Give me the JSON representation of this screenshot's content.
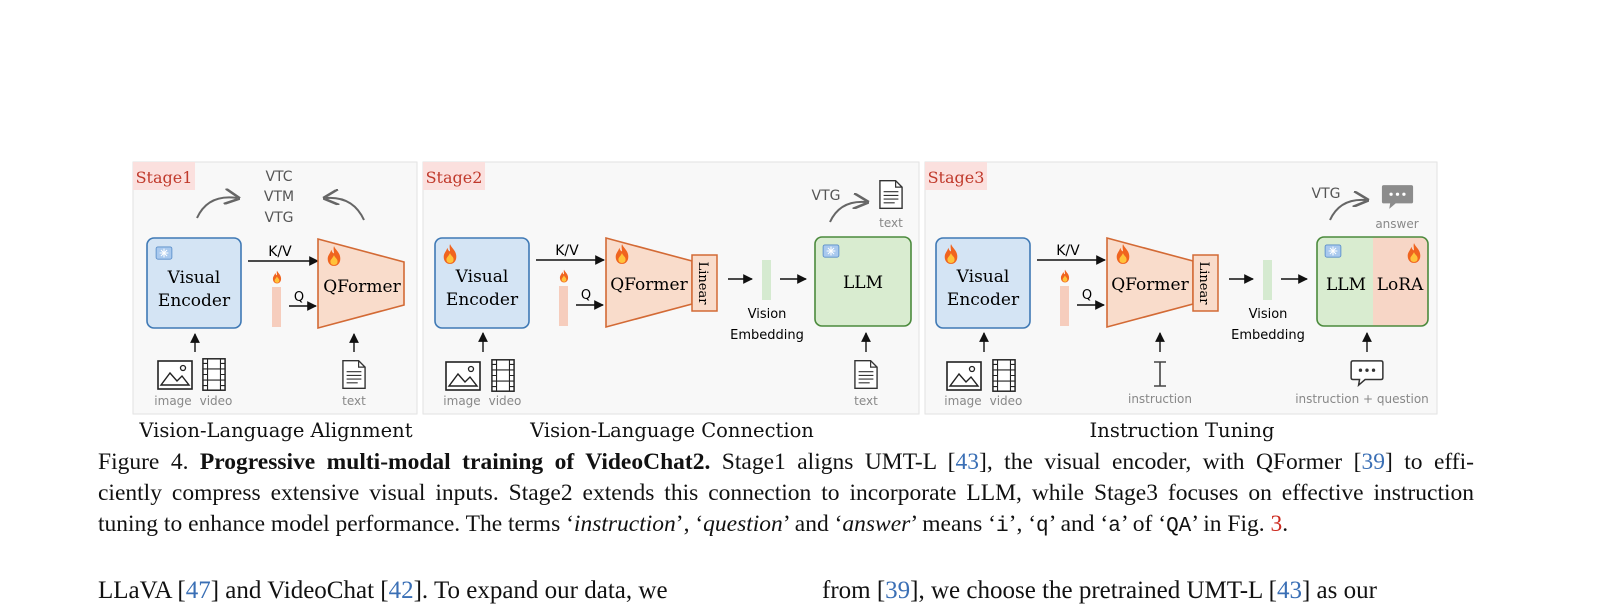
{
  "figure": {
    "stages": [
      {
        "label": "Stage1",
        "caption": "Vision-Language Alignment",
        "objectives": [
          "VTC",
          "VTM",
          "VTG"
        ],
        "encoder": [
          "Visual",
          "Encoder"
        ],
        "kv": "K/V",
        "q": "Q",
        "qformer": "QFormer",
        "input_labels": [
          "image",
          "video"
        ],
        "text_label": "text"
      },
      {
        "label": "Stage2",
        "caption": "Vision-Language Connection",
        "objective": "VTG",
        "encoder": [
          "Visual",
          "Encoder"
        ],
        "kv": "K/V",
        "q": "Q",
        "qformer": "QFormer",
        "linear": "Linear",
        "embedding": [
          "Vision",
          "Embedding"
        ],
        "llm": "LLM",
        "input_labels": [
          "image",
          "video"
        ],
        "text_label": "text",
        "output_label": "text"
      },
      {
        "label": "Stage3",
        "caption": "Instruction Tuning",
        "objective": "VTG",
        "encoder": [
          "Visual",
          "Encoder"
        ],
        "kv": "K/V",
        "q": "Q",
        "qformer": "QFormer",
        "linear": "Linear",
        "embedding": [
          "Vision",
          "Embedding"
        ],
        "llm": "LLM",
        "lora": "LoRA",
        "input_labels": [
          "image",
          "video"
        ],
        "instruction_label": "instruction",
        "iq_label": "instruction + question",
        "output_label": "answer"
      }
    ]
  },
  "caption": {
    "line1": {
      "prefix": "Figure 4. ",
      "bold": "Progressive multi-modal training of VideoChat2.",
      "t1": " Stage1 aligns UMT-L [",
      "c1": "43",
      "t2": "], the visual encoder, with QFormer [",
      "c2": "39",
      "t3": "] to effi-"
    },
    "line2": "ciently compress extensive visual inputs. Stage2 extends this connection to incorporate LLM, while Stage3 focuses on effective instruction",
    "line3": {
      "t1": "tuning to enhance model performance. The terms ‘",
      "i1": "instruction",
      "t2": "’, ‘",
      "i2": "question",
      "t3": "’ and ‘",
      "i3": "answer",
      "t4": "’ means ‘",
      "m1": "i",
      "t5": "’, ‘",
      "m2": "q",
      "t6": "’ and ‘",
      "m3": "a",
      "t7": "’ of ‘",
      "m4": "QA",
      "t8": "’ in Fig. ",
      "ref": "3",
      "t9": "."
    }
  },
  "body": {
    "left": {
      "t1": "LLaVA [",
      "c1": "47",
      "t2": "] and VideoChat [",
      "c2": "42",
      "t3": "].  To expand our data, we"
    },
    "right": {
      "t1": "from [",
      "c1": "39",
      "t2": "], we choose the pretrained UMT-L [",
      "c2": "43",
      "t3": "] as our"
    }
  },
  "colors": {
    "stage_tag_bg": "#fbe0de",
    "stage_tag_text": "#c0392b",
    "encoder_fill": "#d4e4f4",
    "encoder_stroke": "#3f79b5",
    "qformer_fill": "#f9dccb",
    "qformer_stroke": "#d36a35",
    "llm_fill": "#d9ecd0",
    "llm_stroke": "#4b8a3c",
    "embedding_fill": "#d5ead0",
    "citation": "#3a6fb5",
    "figure_ref": "#cc2a1f"
  }
}
